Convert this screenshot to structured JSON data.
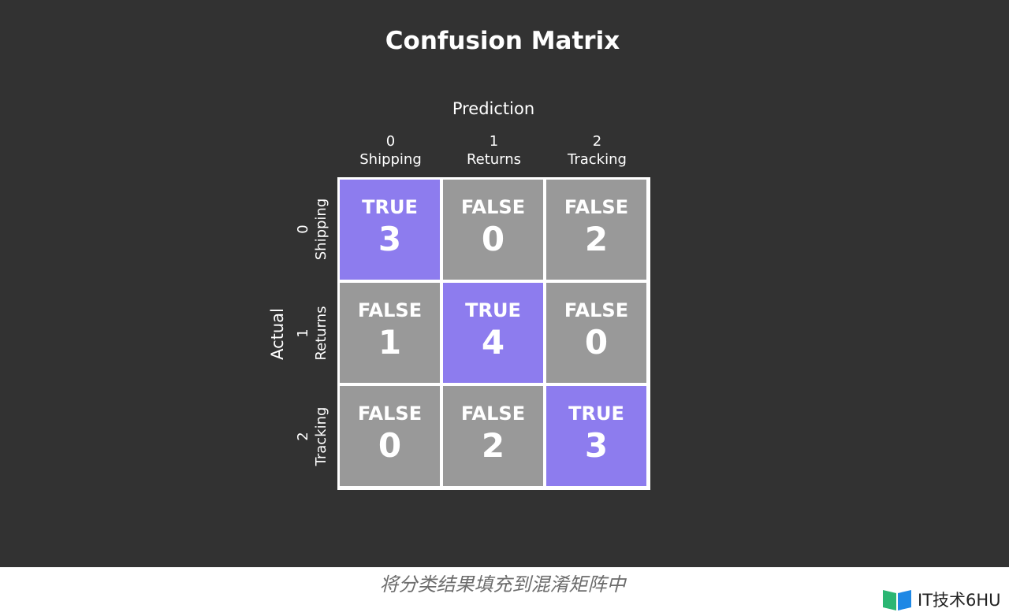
{
  "chart_data": {
    "type": "heatmap",
    "title": "Confusion Matrix",
    "xlabel": "Prediction",
    "ylabel": "Actual",
    "columns": [
      {
        "index": "0",
        "name": "Shipping"
      },
      {
        "index": "1",
        "name": "Returns"
      },
      {
        "index": "2",
        "name": "Tracking"
      }
    ],
    "rows": [
      {
        "index": "0",
        "name": "Shipping"
      },
      {
        "index": "1",
        "name": "Returns"
      },
      {
        "index": "2",
        "name": "Tracking"
      }
    ],
    "cells": [
      [
        {
          "label": "TRUE",
          "value": 3
        },
        {
          "label": "FALSE",
          "value": 0
        },
        {
          "label": "FALSE",
          "value": 2
        }
      ],
      [
        {
          "label": "FALSE",
          "value": 1
        },
        {
          "label": "TRUE",
          "value": 4
        },
        {
          "label": "FALSE",
          "value": 0
        }
      ],
      [
        {
          "label": "FALSE",
          "value": 0
        },
        {
          "label": "FALSE",
          "value": 2
        },
        {
          "label": "TRUE",
          "value": 3
        }
      ]
    ],
    "colors": {
      "true": "#8d7cee",
      "false": "#999999",
      "background": "#323232",
      "grid_lines": "#ffffff"
    }
  },
  "caption": "将分类结果填充到混淆矩阵中",
  "watermark": {
    "text": "IT技术6HU",
    "icon": "book-logo-icon"
  }
}
